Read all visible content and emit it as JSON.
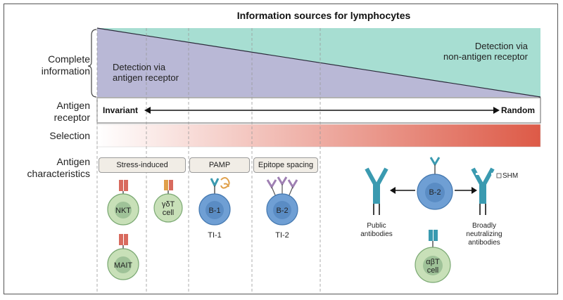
{
  "title": "Information sources for lymphocytes",
  "rows": {
    "complete_information": "Complete\ninformation",
    "antigen_receptor": "Antigen\nreceptor",
    "selection": "Selection",
    "antigen_characteristics": "Antigen\ncharacteristics"
  },
  "regions": {
    "antigen_receptor_detection": [
      "Detection via",
      "antigen receptor"
    ],
    "non_antigen_detection": [
      "Detection via",
      "non-antigen receptor"
    ]
  },
  "receptor_axis": {
    "left": "Invariant",
    "right": "Random"
  },
  "pills": [
    "Stress-induced",
    "PAMP",
    "Epitope spacing"
  ],
  "cells": {
    "nkt": "NKT",
    "gdt": [
      "γδT",
      "cell"
    ],
    "mait": "MAIT",
    "b1": "B-1",
    "b2_left": "B-2",
    "b2_right": "B-2",
    "abt": [
      "αβT",
      "cell"
    ]
  },
  "antigen_types": {
    "ti1": "TI-1",
    "ti2": "TI-2"
  },
  "antibodies": {
    "public": [
      "Public",
      "antibodies"
    ],
    "broad": [
      "Broadly",
      "neutralizing",
      "antibodies"
    ],
    "shm": "SHM"
  },
  "colors": {
    "antigen_region": "#b9b8d6",
    "non_antigen_region": "#a7ded2",
    "selection_start": "#ffffff",
    "selection_end": "#dd5a47",
    "cell_green": "#c8e0b8",
    "cell_blue": "#6f9fd4",
    "receptor_teal": "#3a9ab0",
    "receptor_red": "#d86a5e",
    "receptor_purple": "#9f80b3",
    "receptor_orange": "#e0a04a"
  }
}
